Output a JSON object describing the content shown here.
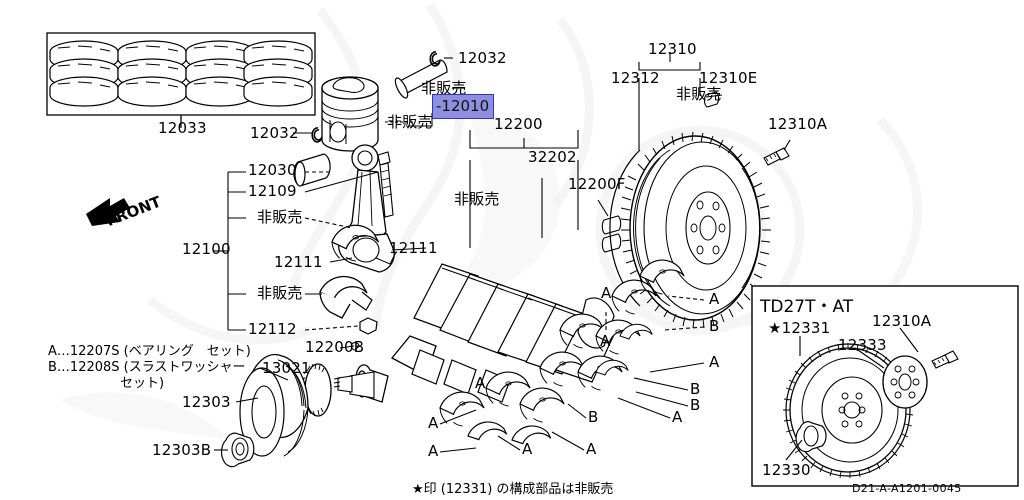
{
  "page": {
    "background_color": "#ffffff",
    "ink_color": "#000000",
    "watermark_color": "#f1f1f1",
    "diagram_code": "D21-A-A1201-0045",
    "footnote": "★印 (12331) の構成部品は非販売",
    "front_marker": "FRONT"
  },
  "highlight": {
    "label": "-12010",
    "fill": "#8f8fe0",
    "border": "#3434b8"
  },
  "legend": {
    "line_a": "A…12207S (ベアリング　セット)",
    "line_b": "B…12208S (スラストワッシャー",
    "line_b2": "セット)"
  },
  "inset": {
    "title": "TD27T・AT",
    "labels": [
      {
        "name": "inset-flywheel",
        "text": "★12331"
      },
      {
        "name": "inset-drive-plate",
        "text": "12333"
      },
      {
        "name": "inset-bolt",
        "text": "12310A"
      },
      {
        "name": "inset-bushing",
        "text": "12330"
      }
    ]
  },
  "callouts": [
    {
      "name": "ring-set",
      "text": "12033"
    },
    {
      "name": "piston-pin-clip",
      "text": "12032"
    },
    {
      "name": "piston-pin-clip-2",
      "text": "12032"
    },
    {
      "name": "piston-nonsale-1",
      "text": "非販売"
    },
    {
      "name": "piston-nonsale-2",
      "text": "非販売"
    },
    {
      "name": "rod-assembly-group",
      "text": "12100"
    },
    {
      "name": "rod-bush",
      "text": "12030"
    },
    {
      "name": "rod-bolt",
      "text": "12109"
    },
    {
      "name": "rod-nonsale-1",
      "text": "非販売"
    },
    {
      "name": "rod-bearing",
      "text": "12111"
    },
    {
      "name": "rod-bearing-2",
      "text": "12111"
    },
    {
      "name": "rod-nonsale-2",
      "text": "非販売"
    },
    {
      "name": "rod-cap-nut",
      "text": "12112"
    },
    {
      "name": "crank-group",
      "text": "12200"
    },
    {
      "name": "crank-nonsale",
      "text": "非販売"
    },
    {
      "name": "crank-sprocket",
      "text": "32202"
    },
    {
      "name": "crank-pin",
      "text": "12200F"
    },
    {
      "name": "crank-key",
      "text": "12200B"
    },
    {
      "name": "oil-pump-drive-gear",
      "text": "13021"
    },
    {
      "name": "crank-pulley",
      "text": "12303"
    },
    {
      "name": "pulley-bolt",
      "text": "12303B"
    },
    {
      "name": "flywheel-group",
      "text": "12310"
    },
    {
      "name": "ring-gear",
      "text": "12312"
    },
    {
      "name": "flywheel-dowel",
      "text": "12310E"
    },
    {
      "name": "flywheel-nonsale",
      "text": "非販売"
    },
    {
      "name": "flywheel-bolt",
      "text": "12310A"
    }
  ],
  "bearing_marks": [
    {
      "name": "bearing-mark-a",
      "text": "A"
    },
    {
      "name": "bearing-mark-b",
      "text": "B"
    }
  ]
}
